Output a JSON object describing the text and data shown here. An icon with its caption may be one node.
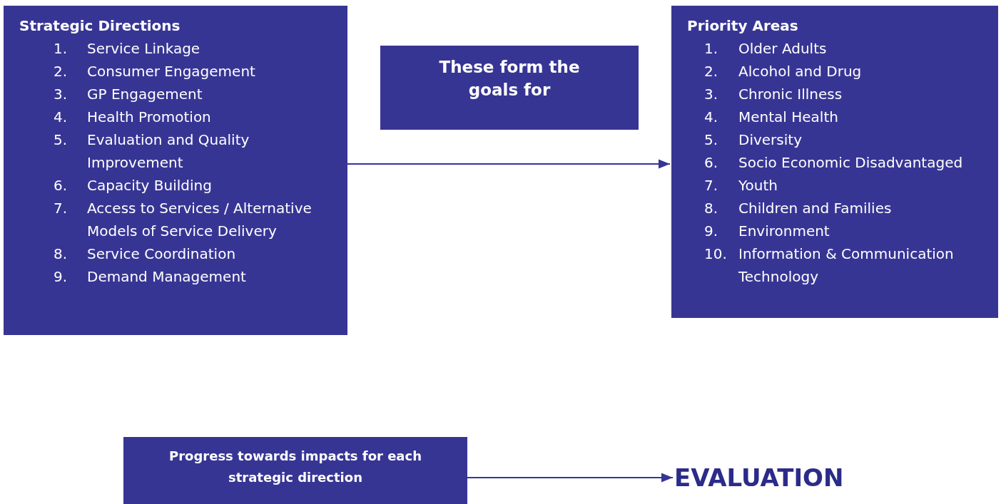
{
  "diagram": {
    "nodes": [
      {
        "text": [
          "Strategic Directions",
          "1. Service Linkage",
          "2. Consumer Engagement",
          "3. GP Engagement",
          "4. Health Promotion",
          "5. Evaluation and Quality Improvement",
          "6. Capacity Building",
          "7. Access to Services / Alternative Models of Service Delivery",
          "8. Service Coordination",
          "9. Demand Management"
        ]
      },
      {
        "text": [
          "These form the goals for"
        ]
      },
      {
        "text": [
          "Priority Areas",
          "1. Older Adults",
          "2. Alcohol and Drug",
          "3. Chronic Illness",
          "4. Mental Health",
          "5. Diversity",
          "6. Socio Economic Disadvantaged",
          "7. Youth",
          "8. Children and Families",
          "9. Environment",
          "10. Information & Communication Technology"
        ]
      },
      {
        "text": [
          "Progress towards impacts for each strategic direction"
        ]
      },
      {
        "text": [
          "EVALUATION"
        ]
      }
    ],
    "edges": [
      {
        "from": 0,
        "to": 2,
        "arrow": "to"
      },
      {
        "from": 3,
        "to": 4,
        "arrow": "to"
      }
    ]
  }
}
